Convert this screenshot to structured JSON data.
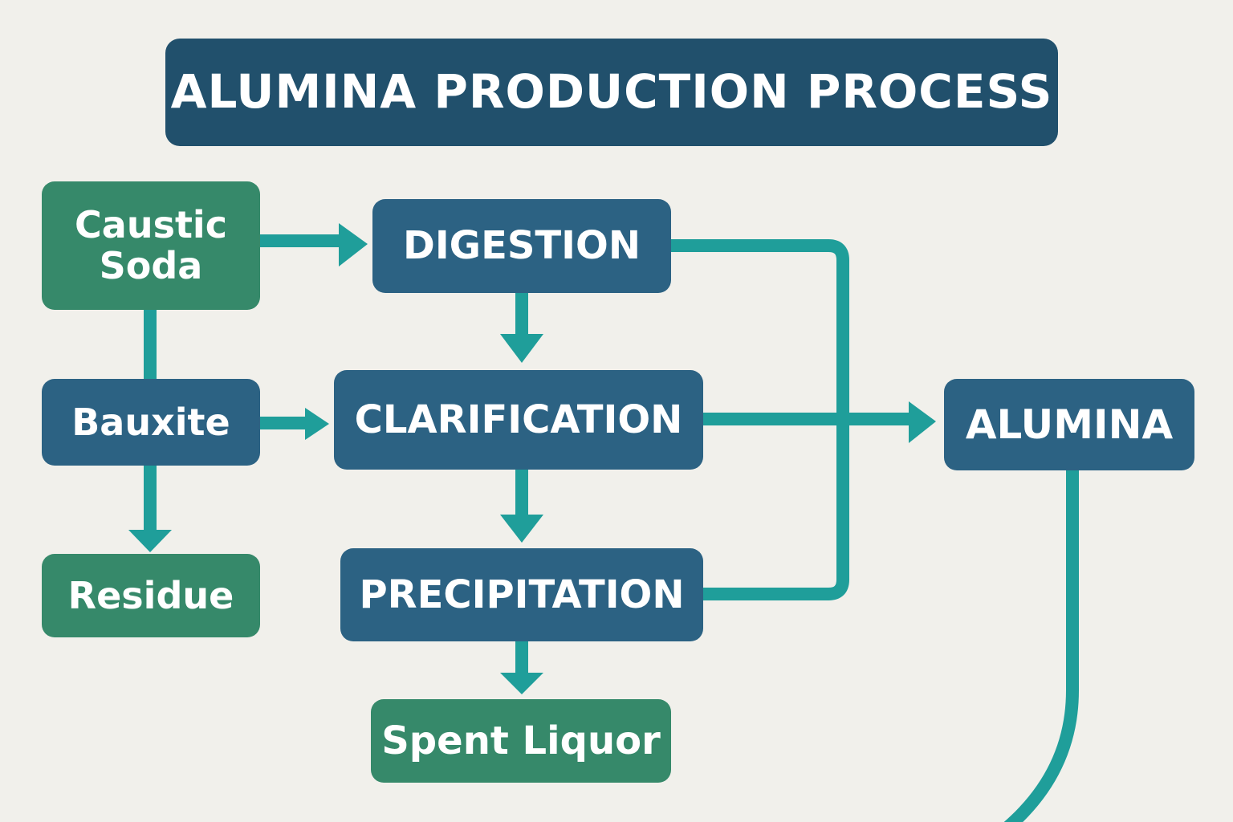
{
  "title": "ALUMINA PRODUCTION PROCESS",
  "colors": {
    "background": "#f1f0eb",
    "title_fill": "#21506c",
    "process_fill": "#2c6283",
    "material_fill": "#36896a",
    "connector": "#1f9e9a",
    "text": "#ffffff"
  },
  "nodes": {
    "caustic_soda": {
      "label": "Caustic\nSoda",
      "kind": "material"
    },
    "bauxite": {
      "label": "Bauxite",
      "kind": "input"
    },
    "residue": {
      "label": "Residue",
      "kind": "material"
    },
    "digestion": {
      "label": "DIGESTION",
      "kind": "process"
    },
    "clarification": {
      "label": "CLARIFICATION",
      "kind": "process"
    },
    "precipitation": {
      "label": "PRECIPITATION",
      "kind": "process"
    },
    "spent_liquor": {
      "label": "Spent Liquor",
      "kind": "material"
    },
    "alumina": {
      "label": "ALUMINA",
      "kind": "product"
    }
  },
  "edges": [
    {
      "from": "caustic_soda",
      "to": "digestion",
      "arrow": true
    },
    {
      "from": "caustic_soda",
      "to": "bauxite",
      "arrow": false
    },
    {
      "from": "bauxite",
      "to": "clarification",
      "arrow": true
    },
    {
      "from": "bauxite",
      "to": "residue",
      "arrow": true
    },
    {
      "from": "digestion",
      "to": "clarification",
      "arrow": true
    },
    {
      "from": "clarification",
      "to": "precipitation",
      "arrow": true
    },
    {
      "from": "precipitation",
      "to": "spent_liquor",
      "arrow": true
    },
    {
      "from": "clarification",
      "to": "alumina",
      "arrow": true
    },
    {
      "from": "digestion",
      "to": "alumina",
      "arrow": false,
      "via": "right-bus"
    },
    {
      "from": "precipitation",
      "to": "alumina",
      "arrow": false,
      "via": "right-bus"
    },
    {
      "from": "alumina",
      "to": "offscreen",
      "arrow": false
    }
  ]
}
